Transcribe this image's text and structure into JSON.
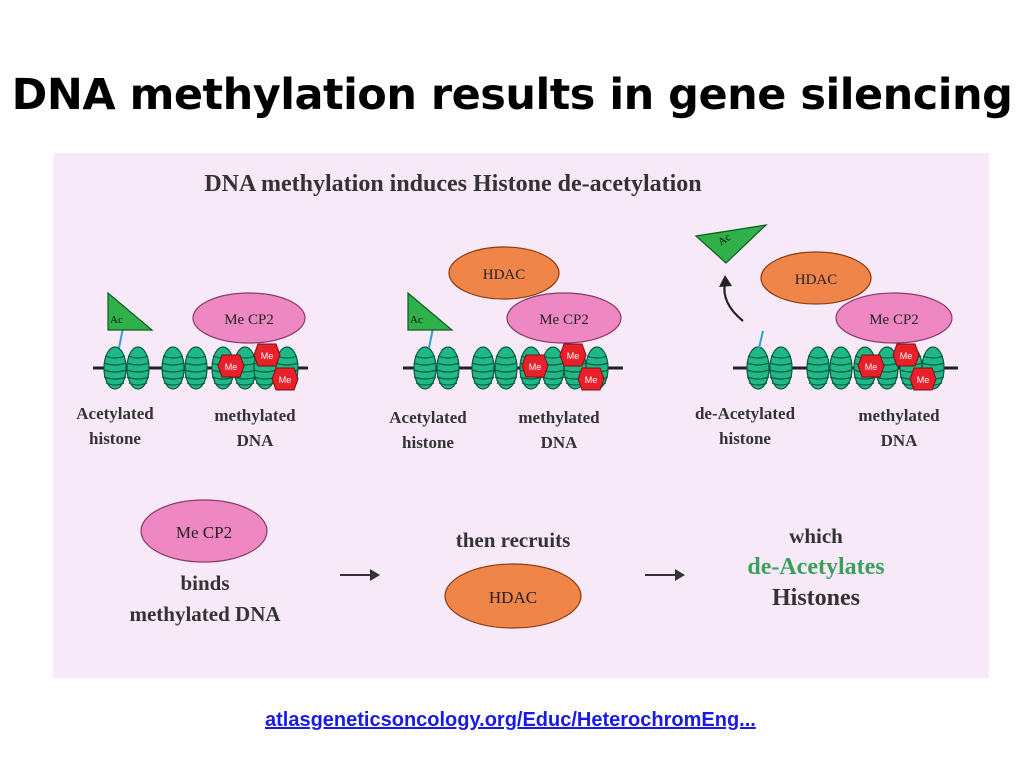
{
  "slide": {
    "title": "DNA methylation results in gene silencing"
  },
  "figure": {
    "heading": "DNA methylation induces Histone de-acetylation",
    "panels": [
      {
        "ac_label": "Ac",
        "mecp2_label": "Me CP2",
        "me_label": "Me",
        "histone_caption": [
          "Acetylated",
          "histone"
        ],
        "dna_caption": [
          "methylated",
          "DNA"
        ]
      },
      {
        "hdac_label": "HDAC",
        "ac_label": "Ac",
        "mecp2_label": "Me CP2",
        "me_label": "Me",
        "histone_caption": [
          "Acetylated",
          "histone"
        ],
        "dna_caption": [
          "methylated",
          "DNA"
        ]
      },
      {
        "hdac_label": "HDAC",
        "ac_label": "Ac",
        "mecp2_label": "Me CP2",
        "me_label": "Me",
        "histone_caption": [
          "de-Acetylated",
          "histone"
        ],
        "dna_caption": [
          "methylated",
          "DNA"
        ]
      }
    ],
    "bottom": {
      "step1_ellipse": "Me CP2",
      "step1_text": [
        "binds",
        "methylated DNA"
      ],
      "step2_text": "then recruits",
      "step2_ellipse": "HDAC",
      "step3_text_top": "which",
      "step3_text_green": "de-Acetylates",
      "step3_text_bottom": "Histones"
    },
    "colors": {
      "background": "#f7e9f7",
      "nucleosome": "#1fb888",
      "mecp2": "#ef88c2",
      "hdac": "#f0854a",
      "methyl": "#e8202a",
      "acetyl": "#2fb048"
    }
  },
  "source": {
    "link_text": "atlasgeneticsoncology.org/Educ/HeterochromEng..."
  }
}
